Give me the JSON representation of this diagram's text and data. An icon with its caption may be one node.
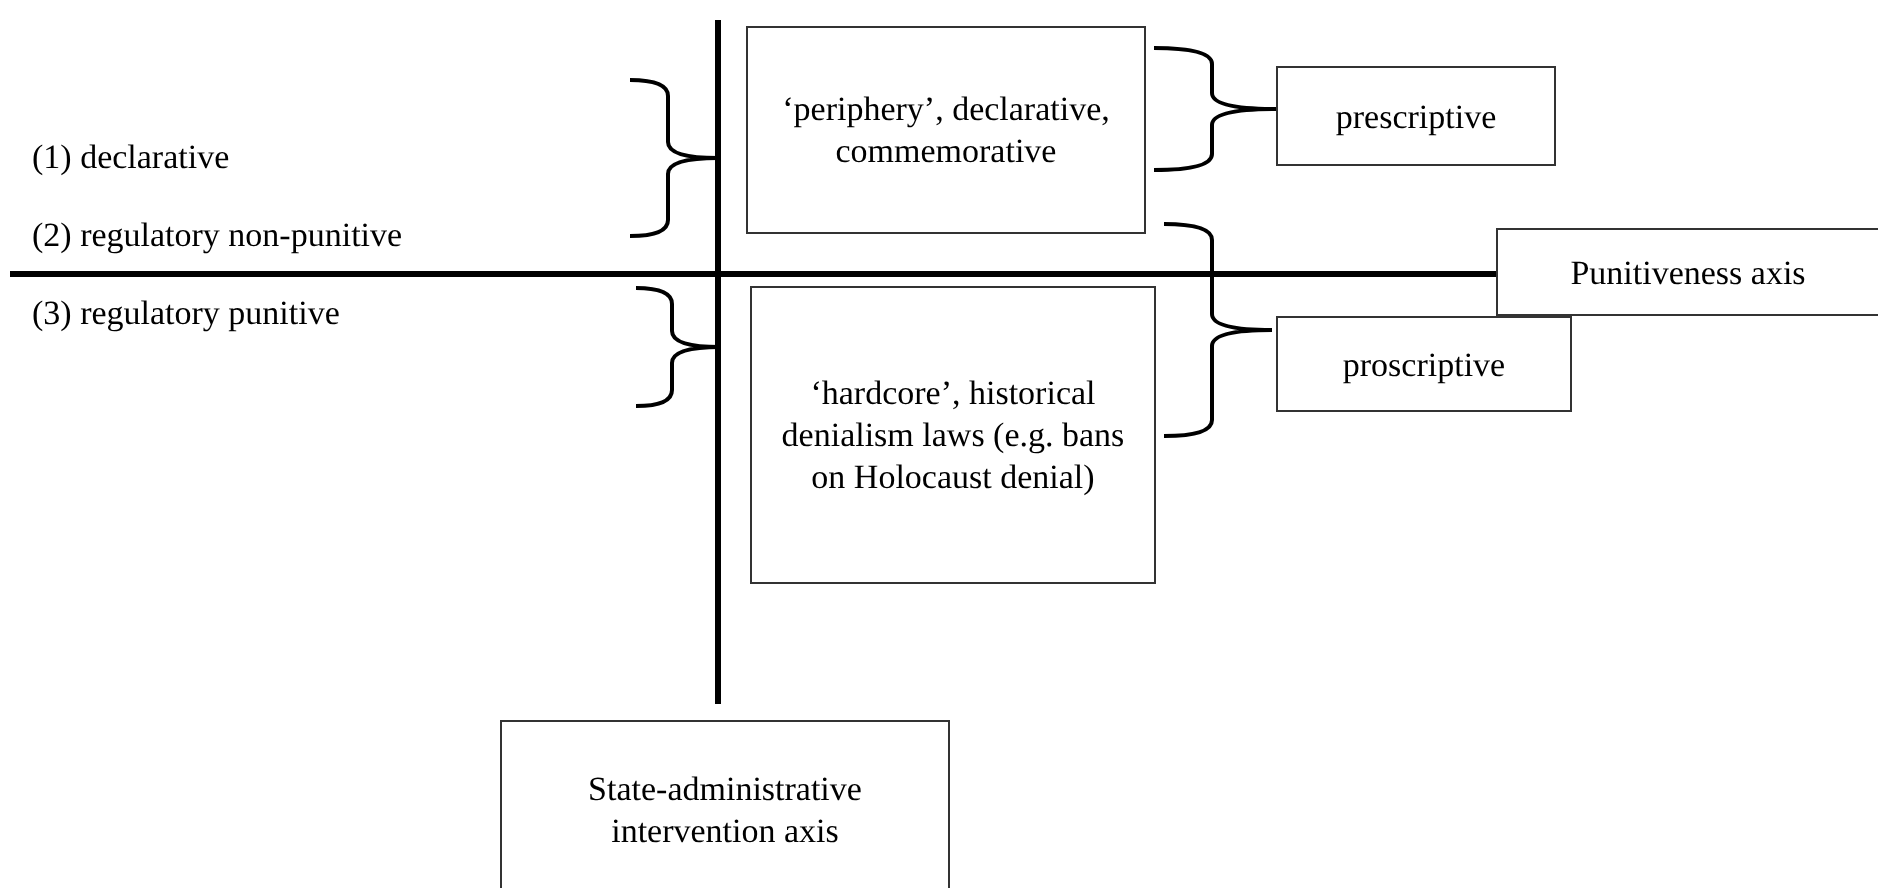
{
  "diagram": {
    "nodes": [
      {
        "text": [
          "‘periphery’, declarative, commemorative"
        ]
      },
      {
        "text": [
          "prescriptive"
        ]
      },
      {
        "text": [
          "Punitiveness axis"
        ]
      },
      {
        "text": [
          "‘hardcore’, historical denialism laws (e.g. bans on Holocaust denial)"
        ]
      },
      {
        "text": [
          "proscriptive"
        ]
      },
      {
        "text": [
          "State-administrative intervention axis"
        ]
      }
    ],
    "labels": [
      "(1) declarative",
      "(2) regulatory non-punitive",
      "(3) regulatory punitive"
    ]
  }
}
